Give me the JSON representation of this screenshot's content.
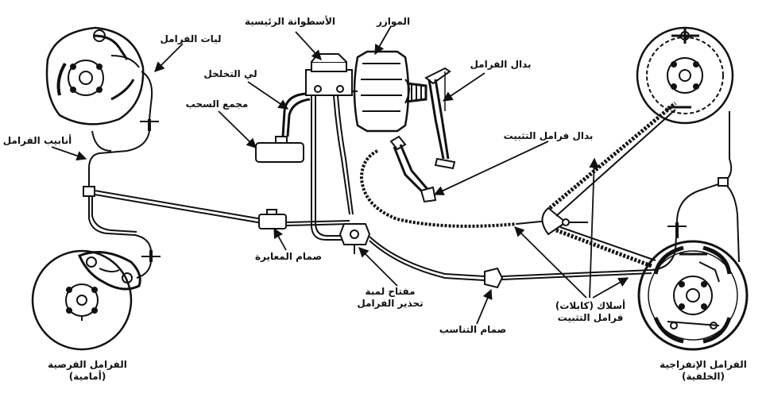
{
  "labels": {
    "master_cylinder": "الأسطوانة الرئيسية",
    "booster": "الموازر",
    "brake_hoses": "ليات الفرامل",
    "flex_hose": "لي التخلخل",
    "vacuum_reservoir": "مجمع السحب",
    "brake_pedal": "بدال الفرامل",
    "parking_pedal": "بدال فرامل التثبيت",
    "brake_lines": "أنابيب الفرامل",
    "metering_valve": "صمام المعايرة",
    "warning_switch_1": "مفتاح لمبة",
    "warning_switch_2": "تحذير الفرامل",
    "proportioning_valve": "صمام التناسب",
    "parking_cables_1": "أسلاك (كابلات)",
    "parking_cables_2": "فرامل التثبيت",
    "disc_brakes_1": "الفرامل القرصية",
    "disc_brakes_2": "(أمامية)",
    "drum_brakes_1": "الفرامل الإنفراجية",
    "drum_brakes_2": "(الخلفية)"
  }
}
